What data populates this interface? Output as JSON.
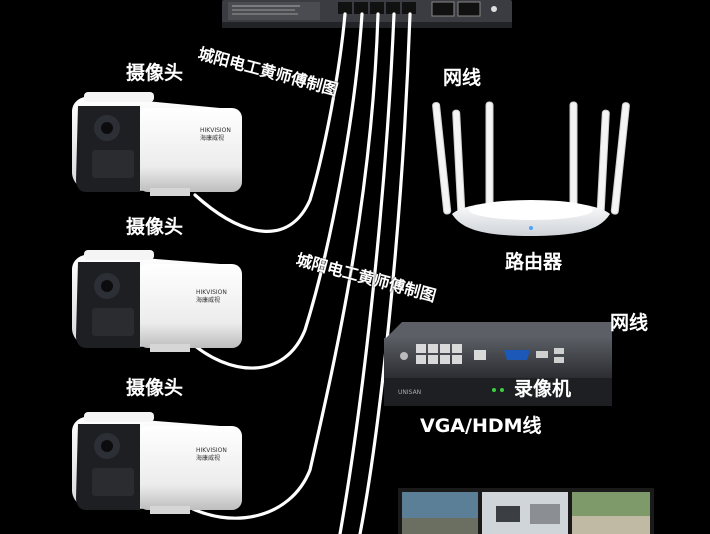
{
  "labels": {
    "camera_1": "摄像头",
    "camera_2": "摄像头",
    "camera_3": "摄像头",
    "network_cable_top": "网线",
    "router": "路由器",
    "network_cable_right": "网线",
    "nvr": "录像机",
    "vga_hdmi": "VGA/HDM线"
  },
  "watermarks": {
    "top": "城阳电工黄师傅制图",
    "middle": "城阳电工黄师傅制图"
  },
  "camera_brand": "HIKVISION",
  "camera_sub": "海康威视",
  "nvr_brand": "UNISAN",
  "colors": {
    "background": "#000000",
    "cable": "#ffffff",
    "device_dark": "#2c2e33",
    "camera_body": "#f3f3f3",
    "router_body": "#f7f7f7"
  }
}
